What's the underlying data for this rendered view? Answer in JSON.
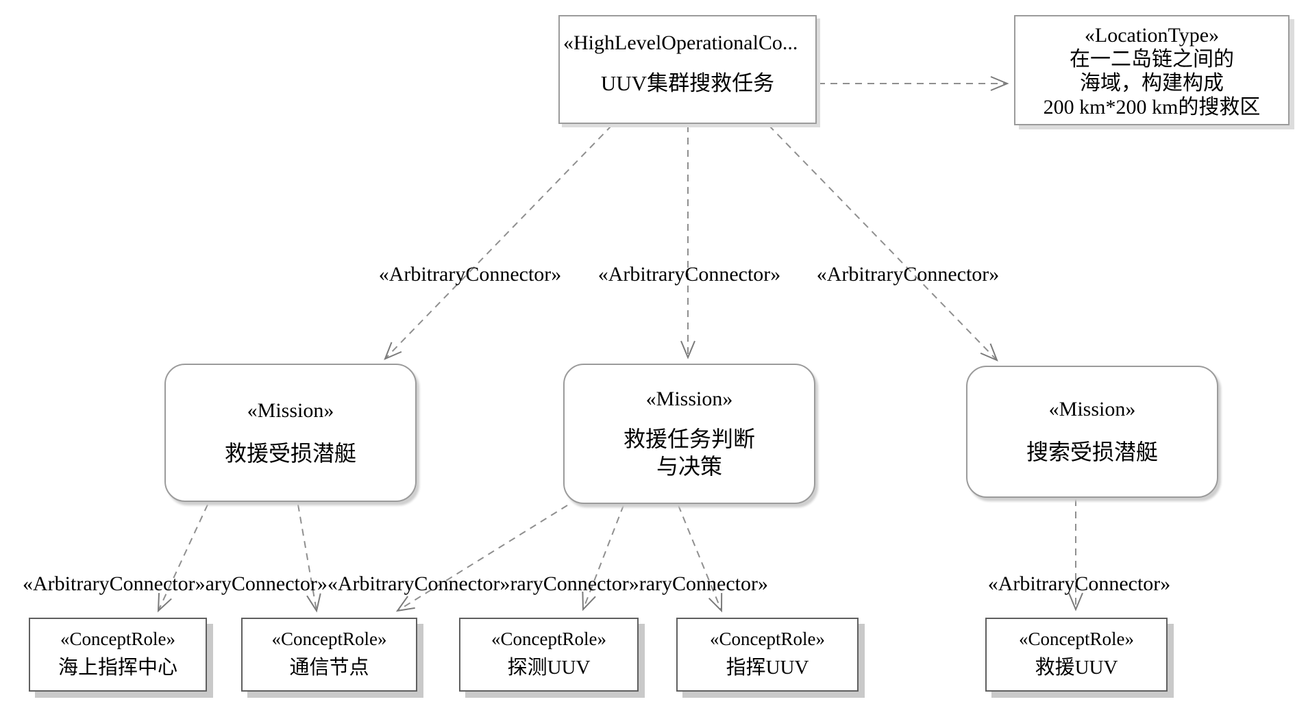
{
  "diagram": {
    "background_color": "#ffffff",
    "line_color": "#8a8a8a",
    "arrow_color": "#7a7a7a",
    "text_color": "#000000",
    "nodes": {
      "highlevel": {
        "stereotype": "«HighLevelOperationalCo...",
        "name": "UUV集群搜救任务"
      },
      "location": {
        "stereotype": "«LocationType»",
        "lines": [
          "在一二岛链之间的",
          "海域，构建构成",
          "200 km*200 km的搜救区"
        ]
      },
      "mission1": {
        "stereotype": "«Mission»",
        "name": "救援受损潜艇"
      },
      "mission2": {
        "stereotype": "«Mission»",
        "name_line1": "救援任务判断",
        "name_line2": "与决策"
      },
      "mission3": {
        "stereotype": "«Mission»",
        "name": "搜索受损潜艇"
      },
      "role1": {
        "stereotype": "«ConceptRole»",
        "name": "海上指挥中心"
      },
      "role2": {
        "stereotype": "«ConceptRole»",
        "name": "通信节点"
      },
      "role3": {
        "stereotype": "«ConceptRole»",
        "name": "探测UUV"
      },
      "role4": {
        "stereotype": "«ConceptRole»",
        "name": "指挥UUV"
      },
      "role5": {
        "stereotype": "«ConceptRole»",
        "name": "救援UUV"
      }
    },
    "labels": {
      "connector_top_1": "«ArbitraryConnector»",
      "connector_top_2": "«ArbitraryConnector»",
      "connector_top_3": "«ArbitraryConnector»",
      "connector_row2_overlapped": "«ArbitraryConnector»aryConnector»«ArbitraryConnector»raryConnector»raryConnector»",
      "connector_right": "«ArbitraryConnector»"
    }
  }
}
